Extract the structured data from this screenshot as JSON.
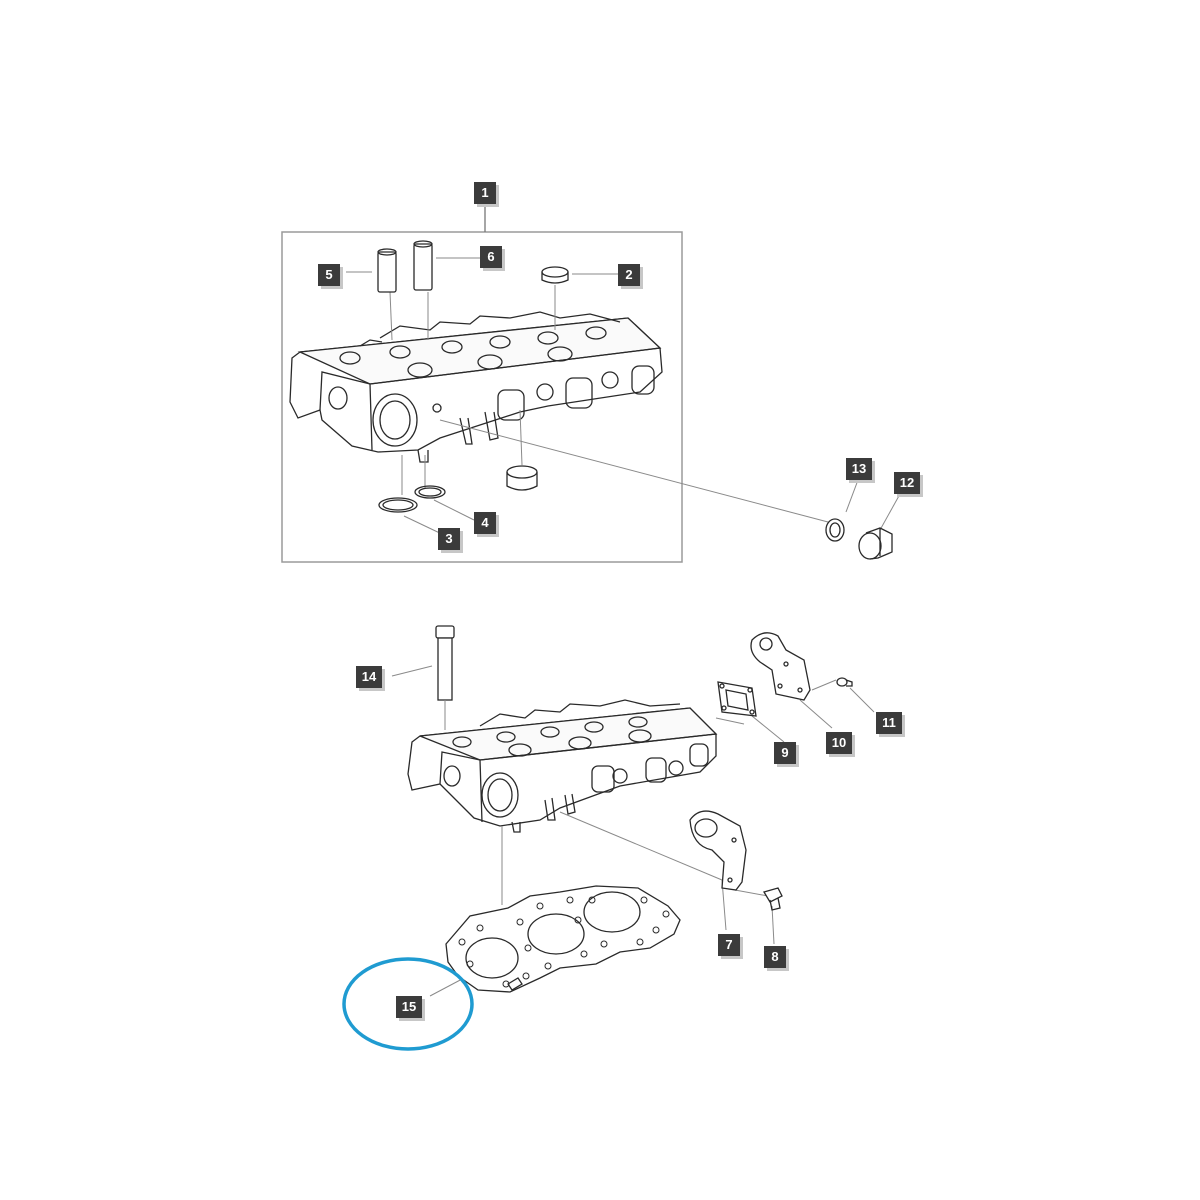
{
  "diagram": {
    "highlight_color": "#1f9bd1",
    "callout_color": "#3b3b3b",
    "callouts": {
      "c1": "1",
      "c2": "2",
      "c3": "3",
      "c4": "4",
      "c5": "5",
      "c6": "6",
      "c7": "7",
      "c8": "8",
      "c9": "9",
      "c10": "10",
      "c11": "11",
      "c12": "12",
      "c13": "13",
      "c14": "14",
      "c15": "15"
    },
    "highlighted_part": "15"
  }
}
